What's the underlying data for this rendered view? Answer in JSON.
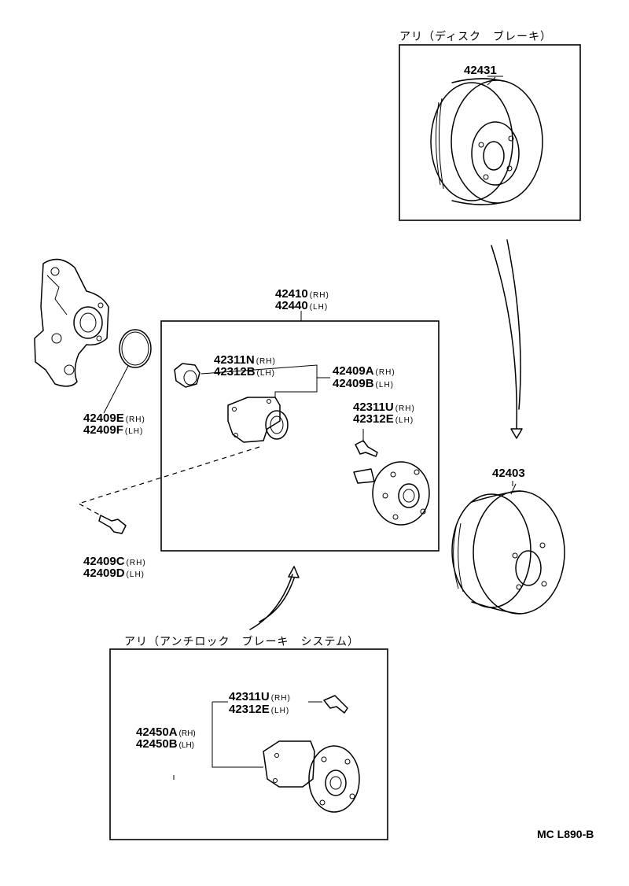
{
  "headers": {
    "disc_brake": "アリ（ディスク　ブレーキ）",
    "abs": "アリ（アンチロック　ブレーキ　システム）"
  },
  "parts": {
    "disc": "42431",
    "drum": "42403",
    "hub_assy_rh": "42410",
    "hub_assy_lh": "42440",
    "rh": "(RH)",
    "lh": "(LH)",
    "nut_rh": "42311N",
    "nut_lh": "42312B",
    "kit_rh": "42409A",
    "kit_lh": "42409B",
    "bolt_rh": "42311U",
    "bolt_lh": "42312E",
    "oring_rh": "42409E",
    "oring_lh": "42409F",
    "mount_bolt_rh": "42409C",
    "mount_bolt_lh": "42409D",
    "abs_hub_rh": "42450A",
    "abs_hub_lh": "42450B",
    "abs_bolt_rh": "42311U",
    "abs_bolt_lh": "42312E"
  },
  "footer": {
    "code": "MC L890-B"
  }
}
